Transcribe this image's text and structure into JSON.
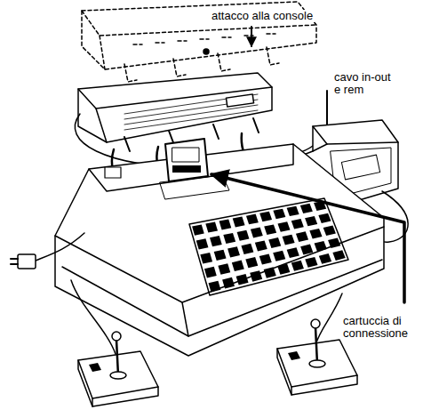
{
  "diagram": {
    "labels": [
      "attacco alla console",
      "cavo in-out e rem",
      "cartuccia di connessione"
    ]
  }
}
